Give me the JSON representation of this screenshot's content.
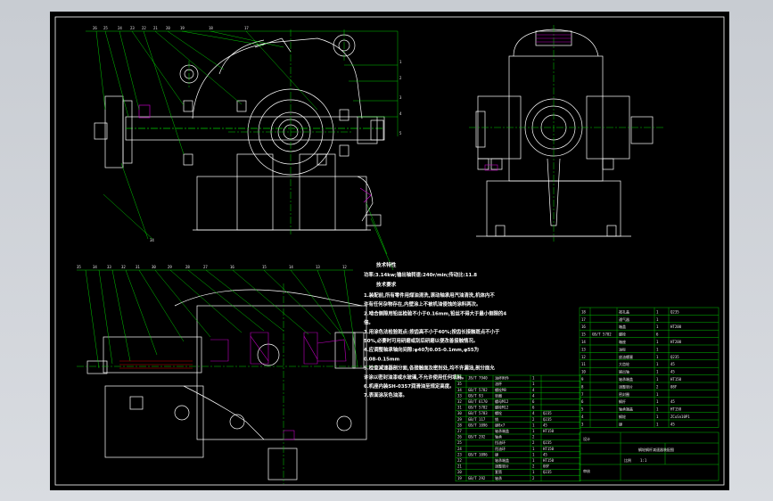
{
  "colors": {
    "viewport_bg": "#cfd3d9",
    "sheet_bg": "#000000",
    "frame": "#ffffff",
    "geometry": "#ffffff",
    "centerline": "#00d000",
    "leader": "#00e000",
    "section": "#c000c0",
    "hatch": "#d00000",
    "table_line": "#00c000"
  },
  "technical_notes": {
    "title": "技术特性",
    "line1": "功率:3.14kw;输出轴转速:240r/min;传动比:11.8",
    "subtitle": "技术要求",
    "items": [
      "1.装配前,所有零件用煤油清洗,滚动轴承用汽油清洗,机体内不",
      "许有任何杂物存在,内壁涂上不被机油侵蚀的涂料两次。",
      "2.啮合侧隙用铅丝检验不小于0.16mm,铅丝不得大于最小侧隙的4",
      "倍。",
      "3.用涂色法检验斑点:按齿高不小于40%;按齿长接触斑点不小于",
      "50%,必要时可用研磨或刮后研磨以便改善接触情况。",
      "4.应调整轴承轴向间隙:φ40为0.05-0.1mm,φ55为",
      "0.08-0.15mm",
      "5.检查减速器剖分面,各接触面及密封处,均不许漏油,剖分面允",
      "许涂以密封油漆或水玻璃,不允许使用任何填料。",
      "6.机座内装SH-0357润滑油至规定高度。",
      "7.表面涂灰色油漆。"
    ]
  },
  "bom_left": {
    "rows": [
      [
        "36",
        "JB/T 7940",
        "油杯附件",
        "1",
        ""
      ],
      [
        "35",
        "",
        "油杯",
        "1",
        ""
      ],
      [
        "34",
        "GB/T 5782",
        "螺栓M8",
        "4",
        ""
      ],
      [
        "33",
        "GB/T 93",
        "垫圈",
        "4",
        ""
      ],
      [
        "32",
        "GB/T 6170",
        "螺母M12",
        "6",
        ""
      ],
      [
        "31",
        "GB/T 5782",
        "螺栓M12",
        "6",
        ""
      ],
      [
        "30",
        "GB/T 5783",
        "螺栓",
        "4",
        "Q235"
      ],
      [
        "29",
        "GB/T 117",
        "销",
        "2",
        "Q235"
      ],
      [
        "28",
        "GB/T 1096",
        "键8x7",
        "1",
        "45"
      ],
      [
        "27",
        "",
        "轴承端盖",
        "1",
        "HT150"
      ],
      [
        "26",
        "GB/T 292",
        "轴承",
        "2",
        ""
      ],
      [
        "25",
        "",
        "挡油环",
        "2",
        "Q235"
      ],
      [
        "24",
        "",
        "甩油环",
        "1",
        "HT150"
      ],
      [
        "23",
        "GB/T 1096",
        "键",
        "1",
        "45"
      ],
      [
        "22",
        "",
        "轴承端盖",
        "1",
        "HT150"
      ],
      [
        "21",
        "",
        "调整垫片",
        "2",
        "08F"
      ],
      [
        "20",
        "",
        "套筒",
        "1",
        "Q235"
      ],
      [
        "19",
        "GB/T 292",
        "轴承",
        "2",
        ""
      ]
    ]
  },
  "bom_right": {
    "rows": [
      [
        "18",
        "",
        "视孔盖",
        "1",
        "Q235"
      ],
      [
        "17",
        "",
        "通气器",
        "1",
        ""
      ],
      [
        "16",
        "",
        "箱盖",
        "1",
        "HT200"
      ],
      [
        "15",
        "GB/T 5782",
        "螺栓",
        "6",
        ""
      ],
      [
        "14",
        "",
        "箱座",
        "1",
        "HT200"
      ],
      [
        "13",
        "",
        "油标",
        "1",
        ""
      ],
      [
        "12",
        "",
        "放油螺塞",
        "1",
        "Q235"
      ],
      [
        "11",
        "",
        "大齿轮",
        "1",
        "45"
      ],
      [
        "10",
        "",
        "输出轴",
        "1",
        "45"
      ],
      [
        "9",
        "",
        "轴承端盖",
        "1",
        "HT150"
      ],
      [
        "8",
        "",
        "调整垫片",
        "2",
        "08F"
      ],
      [
        "7",
        "",
        "密封圈",
        "1",
        ""
      ],
      [
        "6",
        "",
        "蜗杆",
        "1",
        "45"
      ],
      [
        "5",
        "",
        "轴承端盖",
        "1",
        "HT150"
      ],
      [
        "4",
        "",
        "蜗轮",
        "1",
        "ZCuSn10P1"
      ],
      [
        "3",
        "",
        "键",
        "1",
        "45"
      ]
    ],
    "title_block": {
      "drawing_name": "蜗轮蜗杆减速器装配图",
      "scale": "1:1",
      "label_scale": "比例",
      "label_design": "设计",
      "label_check": "审核"
    }
  },
  "ui": {
    "zoom": "100%"
  }
}
